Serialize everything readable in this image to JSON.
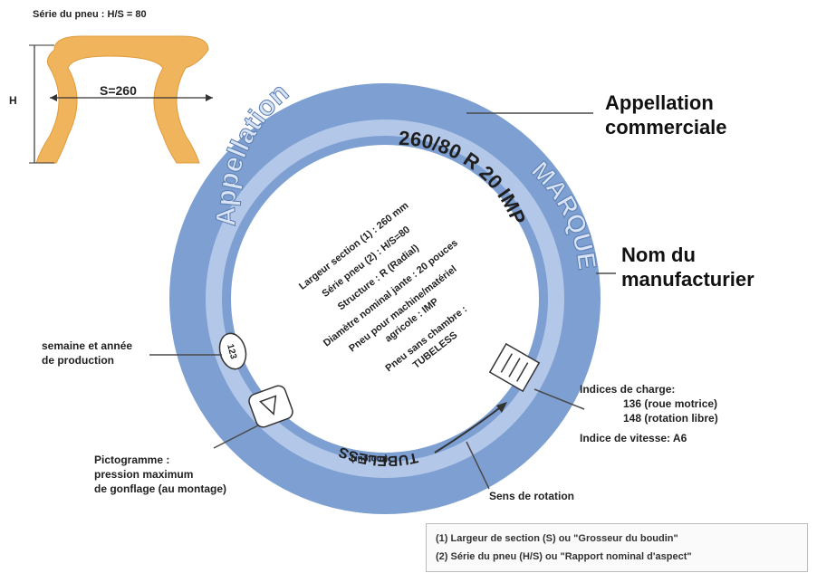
{
  "profile": {
    "title": "Série du pneu : H/S = 80",
    "height_label": "H",
    "width_label": "S=260"
  },
  "tire": {
    "outer_text": "Appellation",
    "size_text": "260/80 R 20 IMP",
    "brand_text": "MARQUE",
    "tubeless_text": "TUBELESS",
    "sidewall_small_text": "(moteur)",
    "date_code": "123",
    "center_lines": [
      "Largeur section (1) : 260 mm",
      "Série pneu (2) : H/S=80",
      "Structure : R (Radial)",
      "Diamètre nominal jante : 20 pouces",
      "Pneu pour machine/matériel",
      "agricole : IMP",
      "Pneu sans chambre :",
      "TUBELESS"
    ]
  },
  "callouts": {
    "appellation": [
      "Appellation",
      "commerciale"
    ],
    "manufacturer": [
      "Nom du",
      "manufacturier"
    ],
    "production": [
      "semaine et année",
      "de production"
    ],
    "pictogram": [
      "Pictogramme :",
      "pression maximum",
      "de gonflage (au montage)"
    ],
    "load_title": "Indices de charge:",
    "load_lines": [
      "136 (roue motrice)",
      "148 (rotation libre)"
    ],
    "speed": "Indice de vitesse: A6",
    "rotation": "Sens de rotation"
  },
  "notes": [
    "(1) Largeur de section (S) ou \"Grosseur du boudin\"",
    "(2) Série du pneu (H/S) ou \"Rapport nominal d'aspect\""
  ],
  "colors": {
    "outer_ring": "#7d9fd1",
    "inner_ring": "#b3c7e9",
    "center": "#ffffff",
    "profile": "#f0b55c",
    "ring_text": "#d8e4f6",
    "line": "#4a4a4a"
  }
}
